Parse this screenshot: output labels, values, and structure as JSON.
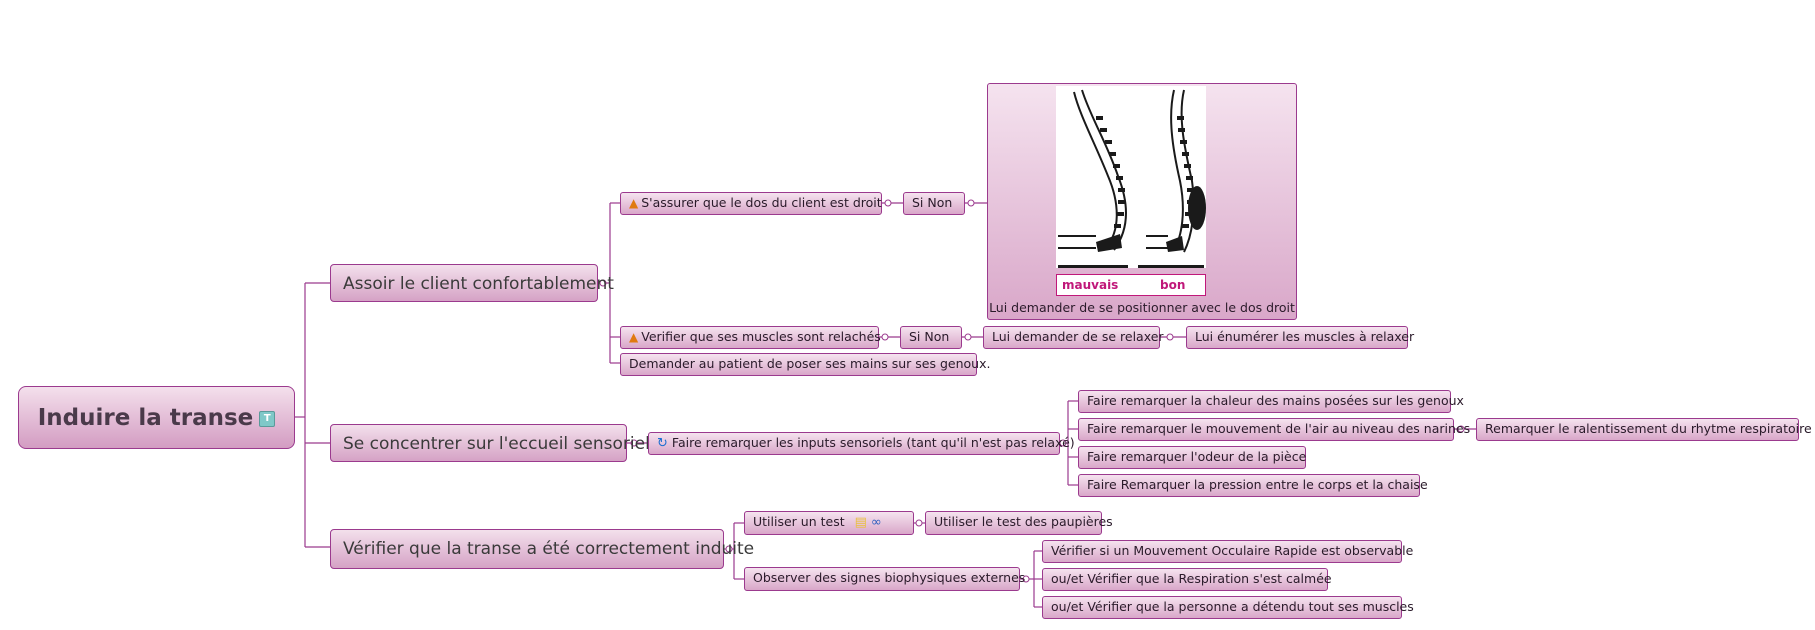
{
  "root": {
    "label": "Induire la transe",
    "badge": "T"
  },
  "branch1": {
    "label": "Assoir le client confortablement",
    "check_back": "S'assurer que le dos du client est droit",
    "check_back_cond": "Si Non",
    "image_caption": "Lui demander de se positionner avec le dos droit",
    "image_label_bad": "mauvais",
    "image_label_good": "bon",
    "check_muscles": "Verifier que ses muscles sont relachés",
    "check_muscles_cond": "Si Non",
    "relax": "Lui demander de se relaxer",
    "list_muscles": "Lui énumérer les muscles à relaxer",
    "hands": "Demander au patient de poser ses mains sur ses genoux."
  },
  "branch2": {
    "label": "Se concentrer sur l'eccueil sensoriel",
    "inputs": "Faire remarquer les inputs sensoriels (tant qu'il n'est pas relaxé)",
    "heat": "Faire remarquer la chaleur des mains posées sur les genoux",
    "air": "Faire remarquer le mouvement de l'air au niveau des narines",
    "breath": "Remarquer le ralentissement du rhytme respiratoire",
    "smell": "Faire remarquer l'odeur de la pièce",
    "pressure": "Faire Remarquer la pression entre le corps et la chaise"
  },
  "branch3": {
    "label": "Vérifier que la transe a été correctement induite",
    "test": "Utiliser un test",
    "test_eyelids": "Utiliser le test des paupières",
    "signs": "Observer des signes biophysiques externes",
    "rem": "Vérifier si un Mouvement Occulaire Rapide est observable",
    "respiration": "ou/et Vérifier que la Respiration s'est calmée",
    "muscles": "ou/et Vérifier que la personne a détendu tout ses muscles"
  },
  "icons": {
    "warning": "warning-icon",
    "refresh": "refresh-icon",
    "note": "note-icon",
    "link": "link-icon",
    "topic_badge": "topic-badge-icon"
  },
  "colors": {
    "connector": "#9b3a8e",
    "node_border": "#9b3a8e",
    "node_fill_top": "#f5e3ef",
    "node_fill_bottom": "#d9a7c9",
    "image_label": "#c0187a"
  }
}
